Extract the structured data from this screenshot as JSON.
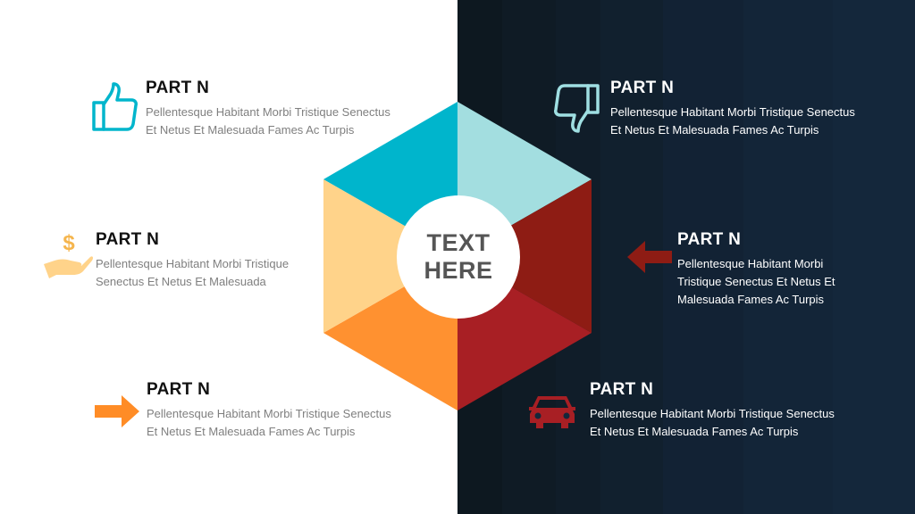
{
  "center": {
    "line1": "TEXT",
    "line2": "HERE"
  },
  "parts": [
    {
      "id": "top-left",
      "title": "PART N",
      "desc_lines": [
        "Pellentesque Habitant Morbi Tristique Senectus",
        "Et Netus Et Malesuada Fames Ac Turpis"
      ],
      "icon": "thumbs-up-icon",
      "color": "#00b5cc"
    },
    {
      "id": "mid-left",
      "title": "PART N",
      "desc_lines": [
        "Pellentesque Habitant Morbi Tristique",
        "Senectus Et Netus Et Malesuada"
      ],
      "icon": "money-hand-icon",
      "color": "#ffd38a"
    },
    {
      "id": "bottom-left",
      "title": "PART N",
      "desc_lines": [
        "Pellentesque Habitant Morbi Tristique Senectus",
        "Et Netus Et Malesuada Fames Ac Turpis"
      ],
      "icon": "arrow-right-icon",
      "color": "#ff8c26"
    },
    {
      "id": "top-right",
      "title": "PART N",
      "desc_lines": [
        "Pellentesque Habitant Morbi Tristique Senectus",
        "Et Netus Et Malesuada Fames Ac Turpis"
      ],
      "icon": "thumbs-down-icon",
      "color": "#9fdfe2"
    },
    {
      "id": "mid-right",
      "title": "PART N",
      "desc_lines": [
        "Pellentesque Habitant Morbi",
        "Tristique Senectus Et Netus Et",
        "Malesuada Fames Ac Turpis"
      ],
      "icon": "arrow-left-icon",
      "color": "#8e1c14"
    },
    {
      "id": "bottom-right",
      "title": "PART N",
      "desc_lines": [
        "Pellentesque Habitant Morbi Tristique Senectus",
        "Et Netus Et Malesuada Fames Ac Turpis"
      ],
      "icon": "car-icon",
      "color": "#a81f24"
    }
  ],
  "hex_segments": [
    {
      "name": "hex-segment-top-left",
      "color": "#00b5cc"
    },
    {
      "name": "hex-segment-top-right",
      "color": "#a3dee0"
    },
    {
      "name": "hex-segment-right",
      "color": "#8e1c14"
    },
    {
      "name": "hex-segment-bottom-right",
      "color": "#a81f24"
    },
    {
      "name": "hex-segment-bottom-left",
      "color": "#ff9130"
    },
    {
      "name": "hex-segment-left",
      "color": "#ffd38a"
    }
  ]
}
